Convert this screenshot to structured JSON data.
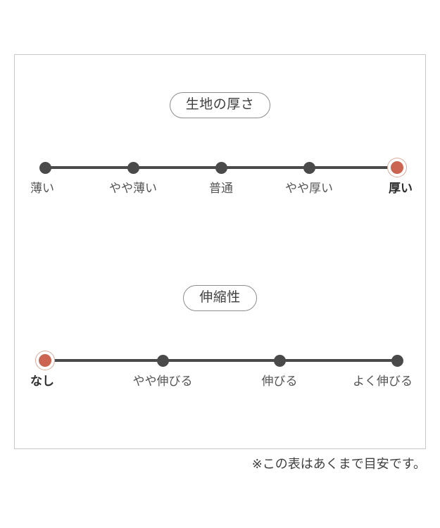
{
  "panel": {
    "border_color": "#c9c9c9",
    "background": "#ffffff"
  },
  "colors": {
    "accent": "#cb6450",
    "accent_ring": "#d8a99c",
    "track": "#4a4a4a",
    "node": "#4a4a4a",
    "label": "#555555",
    "label_strong": "#2e2e2e",
    "pill_border": "#8d8d8d"
  },
  "sections": [
    {
      "title": "生地の厚さ",
      "selected_index": 4,
      "options": [
        {
          "label": "薄い"
        },
        {
          "label": "やや薄い"
        },
        {
          "label": "普通"
        },
        {
          "label": "やや厚い"
        },
        {
          "label": "厚い"
        }
      ]
    },
    {
      "title": "伸縮性",
      "selected_index": 0,
      "options": [
        {
          "label": "なし"
        },
        {
          "label": "やや伸びる"
        },
        {
          "label": "伸びる"
        },
        {
          "label": "よく伸びる"
        }
      ]
    }
  ],
  "note": "※この表はあくまで目安です。",
  "chart_data": {
    "type": "scatter",
    "title": "",
    "charts": [
      {
        "type": "scatter",
        "title": "生地の厚さ",
        "categories": [
          "薄い",
          "やや薄い",
          "普通",
          "やや厚い",
          "厚い"
        ],
        "values": [
          0,
          1,
          2,
          3,
          4
        ],
        "selected": "厚い",
        "selected_index": 4,
        "xlabel": "",
        "ylabel": "",
        "grid": false,
        "legend": "none"
      },
      {
        "type": "scatter",
        "title": "伸縮性",
        "categories": [
          "なし",
          "やや伸びる",
          "伸びる",
          "よく伸びる"
        ],
        "values": [
          0,
          1,
          2,
          3
        ],
        "selected": "なし",
        "selected_index": 0,
        "xlabel": "",
        "ylabel": "",
        "grid": false,
        "legend": "none"
      }
    ]
  }
}
